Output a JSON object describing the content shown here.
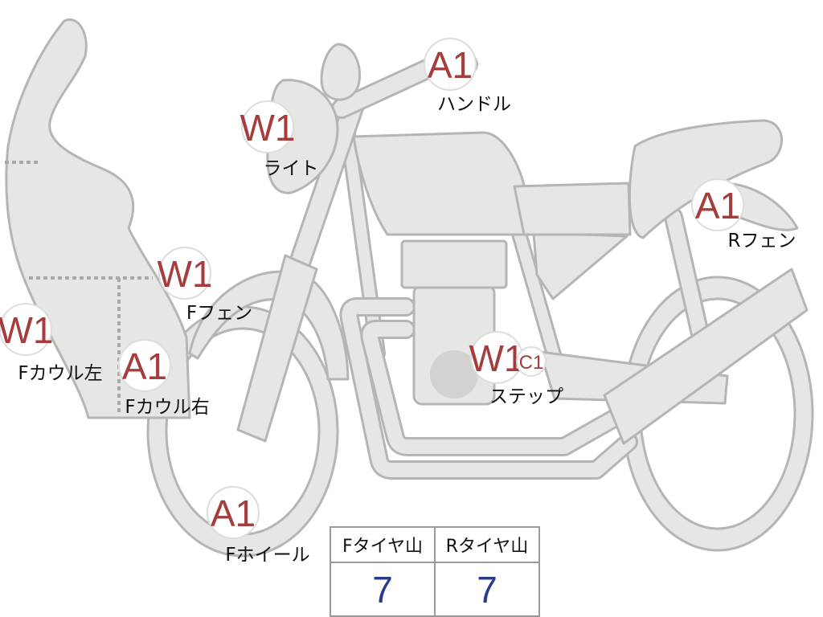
{
  "damage_points": [
    {
      "id": "handle",
      "codes": [
        "A1"
      ],
      "label": "ハンドル"
    },
    {
      "id": "light",
      "codes": [
        "W1"
      ],
      "label": "ライト"
    },
    {
      "id": "r-fender",
      "codes": [
        "A1"
      ],
      "label": "Rフェン"
    },
    {
      "id": "f-fender",
      "codes": [
        "W1"
      ],
      "label": "Fフェン"
    },
    {
      "id": "f-cowl-left",
      "codes": [
        "W1"
      ],
      "label": "Fカウル左"
    },
    {
      "id": "f-cowl-right",
      "codes": [
        "A1"
      ],
      "label": "Fカウル右"
    },
    {
      "id": "step",
      "codes": [
        "W1",
        "C1"
      ],
      "label": "ステップ"
    },
    {
      "id": "f-wheel",
      "codes": [
        "A1"
      ],
      "label": "Fホイール"
    }
  ],
  "tire_tread": {
    "headers": [
      "Fタイヤ山",
      "Rタイヤ山"
    ],
    "values": [
      "7",
      "7"
    ]
  },
  "colors": {
    "code": "#a63c3c",
    "value": "#2b3b8c",
    "part_fill": "#e6e6e4",
    "part_stroke": "#b5b5b5"
  }
}
